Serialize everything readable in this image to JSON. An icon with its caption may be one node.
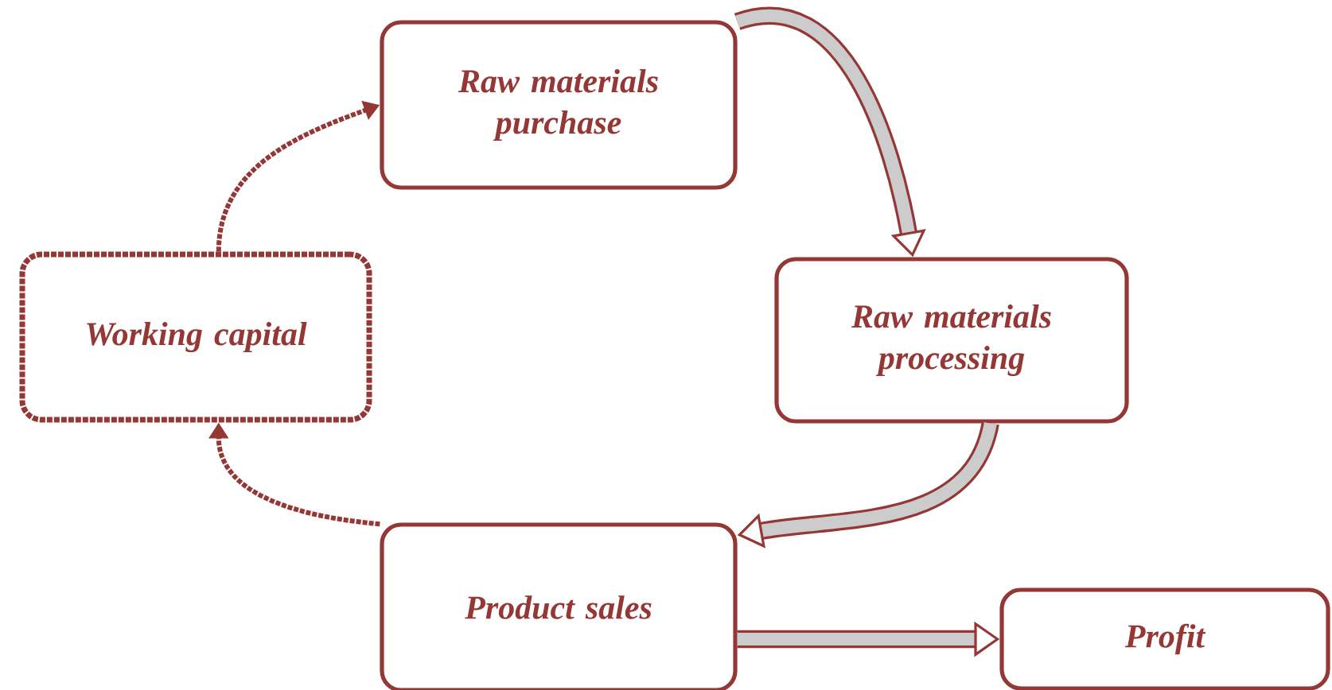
{
  "diagram": {
    "nodes": [
      {
        "text": [
          "Raw materials purchase"
        ]
      },
      {
        "text": [
          "Raw materials processing"
        ]
      },
      {
        "text": [
          "Product sales"
        ]
      },
      {
        "text": [
          "Profit"
        ]
      },
      {
        "text": [
          "Working capital"
        ]
      }
    ],
    "edges": [
      {
        "from": 0,
        "to": 1,
        "arrow": "to"
      },
      {
        "from": 1,
        "to": 2,
        "arrow": "to"
      },
      {
        "from": 2,
        "to": 3,
        "arrow": "to"
      },
      {
        "from": 2,
        "to": 4,
        "arrow": "to",
        "style": "dashed"
      },
      {
        "from": 4,
        "to": 0,
        "arrow": "to",
        "style": "dashed"
      }
    ]
  }
}
